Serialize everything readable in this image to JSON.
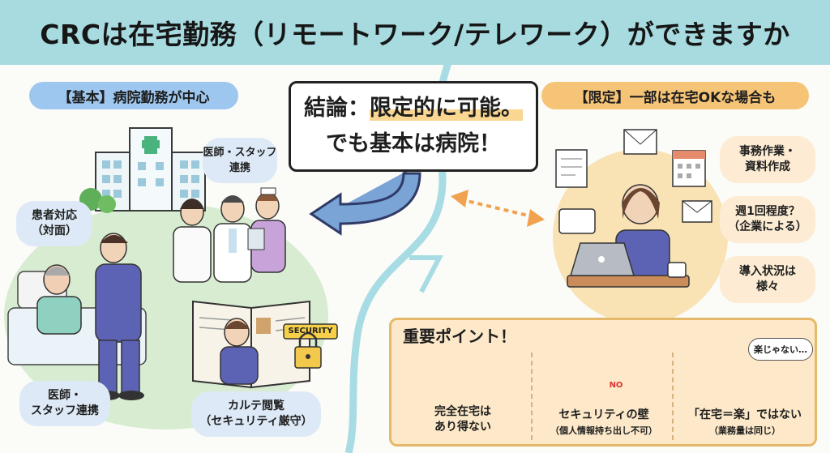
{
  "title": "CRCは在宅勤務（リモートワーク/テレワーク）ができますか",
  "basic": {
    "pill": "【基本】病院勤務が中心",
    "staff_bubble": [
      "医師・スタッフ",
      "連携"
    ],
    "patient_bubble": [
      "患者対応",
      "（対面）"
    ],
    "doctor_bubble": [
      "医師・",
      "スタッフ連携"
    ],
    "karte_bubble": [
      "カルテ閲覧",
      "（セキュリティ厳守）"
    ],
    "security_sign": "SECURITY"
  },
  "conclusion": {
    "prefix": "結論：",
    "highlight": "限定的に可能。",
    "line2": "でも基本は病院！"
  },
  "limited": {
    "pill": "【限定】一部は在宅OKな場合も",
    "bubble1": [
      "事務作業・",
      "資料作成"
    ],
    "bubble2": [
      "週1回程度？",
      "（企業による）"
    ],
    "bubble3": [
      "導入状況は",
      "様々"
    ]
  },
  "important": {
    "heading": "重要ポイント！",
    "cards": [
      {
        "title": [
          "完全在宅は",
          "あり得ない"
        ],
        "sub": ""
      },
      {
        "title": [
          "セキュリティの壁"
        ],
        "sub": "（個人情報持ち出し不可）"
      },
      {
        "title": [
          "「在宅＝楽」ではない"
        ],
        "sub": "（業務量は同じ）"
      }
    ],
    "speech": "楽じゃない…",
    "no_sign": "NO"
  },
  "colors": {
    "title_band": "#a7dbe0",
    "basic_pill": "#9ec7f0",
    "limited_pill": "#f6c477",
    "river": "#a8dce4",
    "scrubs": "#5d63b4",
    "important_bg": "#fde9c9"
  }
}
